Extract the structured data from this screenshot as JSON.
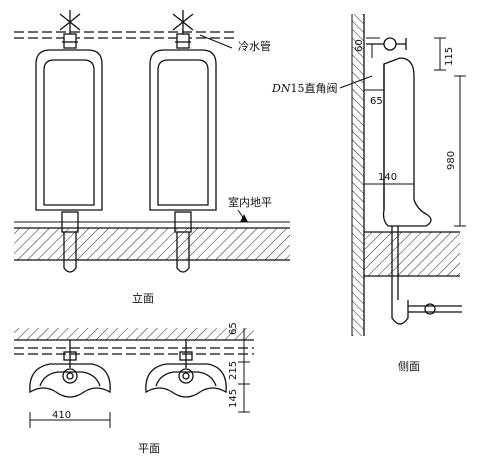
{
  "labels": {
    "cold_water_pipe": "冷水管",
    "valve_prefix": "DN",
    "valve_suffix": "15直角阀",
    "indoor_floor": "室内地平",
    "elevation_view": "立面",
    "plan_view": "平面",
    "side_view": "侧面"
  },
  "dimensions": {
    "top_left": "60",
    "top_right": "115",
    "valve_offset": "65",
    "height": "980",
    "depth": "140",
    "plan_wall": "65",
    "plan_depth": "215",
    "plan_bowl": "145",
    "plan_width": "410"
  },
  "colors": {
    "line": "#111111",
    "hatch": "#222222",
    "background": "#ffffff"
  }
}
